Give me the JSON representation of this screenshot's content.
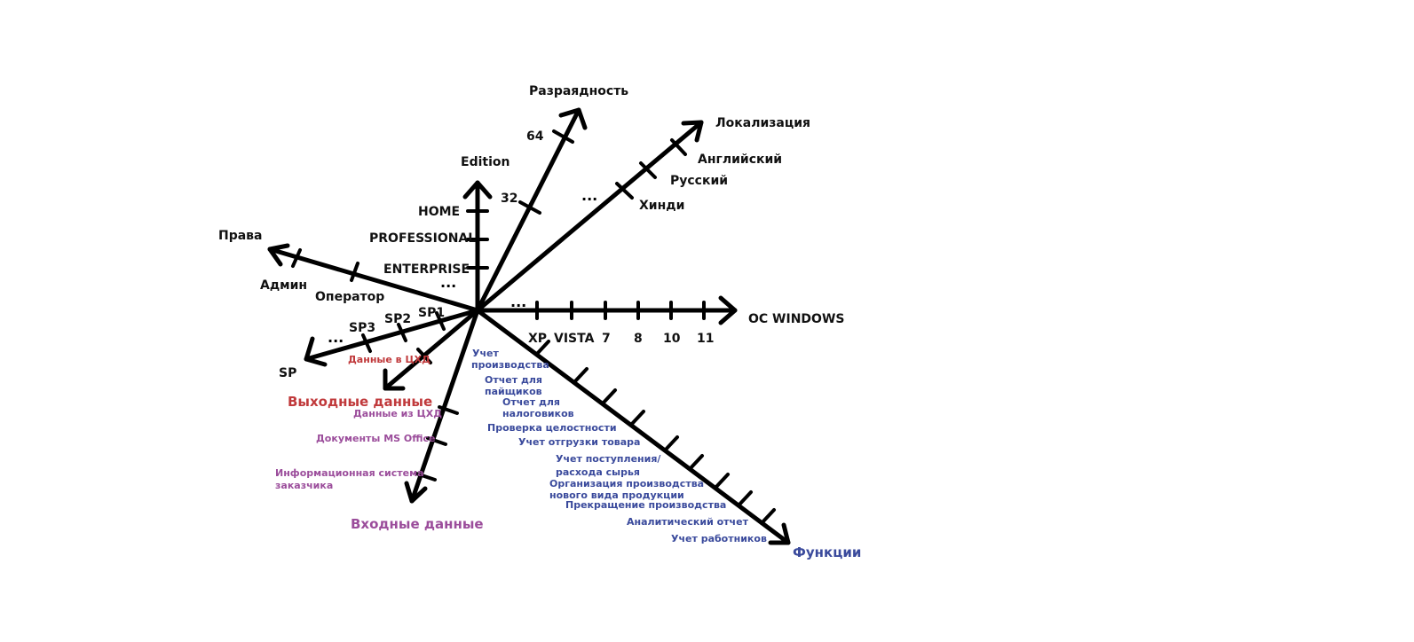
{
  "axes": {
    "razryadnost": {
      "title": "Разраядность",
      "ticks": [
        "64",
        "32"
      ]
    },
    "localization": {
      "title": "Локализация",
      "ticks": [
        "Английский",
        "Русский",
        "Хинди"
      ],
      "ellipsis": "..."
    },
    "edition": {
      "title": "Edition",
      "ticks": [
        "HOME",
        "PROFESSIONAL",
        "ENTERPRISE"
      ],
      "ellipsis": "..."
    },
    "prava": {
      "title": "Права",
      "ticks": [
        "Админ",
        "Оператор"
      ]
    },
    "os": {
      "title": "ОС WINDOWS",
      "ticks": [
        "XP",
        "VISTA",
        "7",
        "8",
        "10",
        "11"
      ],
      "ellipsis": "..."
    },
    "sp": {
      "title": "SP",
      "ticks": [
        "SP1",
        "SP2",
        "SP3"
      ],
      "ellipsis": "..."
    },
    "output": {
      "title": "Выходные данные",
      "ticks": [
        "Данные в ЦХД"
      ]
    },
    "input": {
      "title": "Входные данные",
      "ticks": [
        "Данные из ЦХД",
        "Документы MS Office",
        "Информационная система",
        "заказчика"
      ]
    },
    "functions": {
      "title": "Функции",
      "ticks": [
        "Учет",
        "производства",
        "Отчет для",
        "пайщиков",
        "Отчет для",
        "налоговиков",
        "Проверка целостности",
        "Учет отгрузки товара",
        "Учет поступления/",
        "расхода сырья",
        "Организация производства",
        "нового вида продукции",
        "Прекращение производства",
        "Аналитический отчет",
        "Учет работников"
      ]
    }
  },
  "colors": {
    "black": "#111111",
    "functions": "#3a4a9c",
    "input": "#9b4d9b",
    "output": "#c0393b"
  }
}
